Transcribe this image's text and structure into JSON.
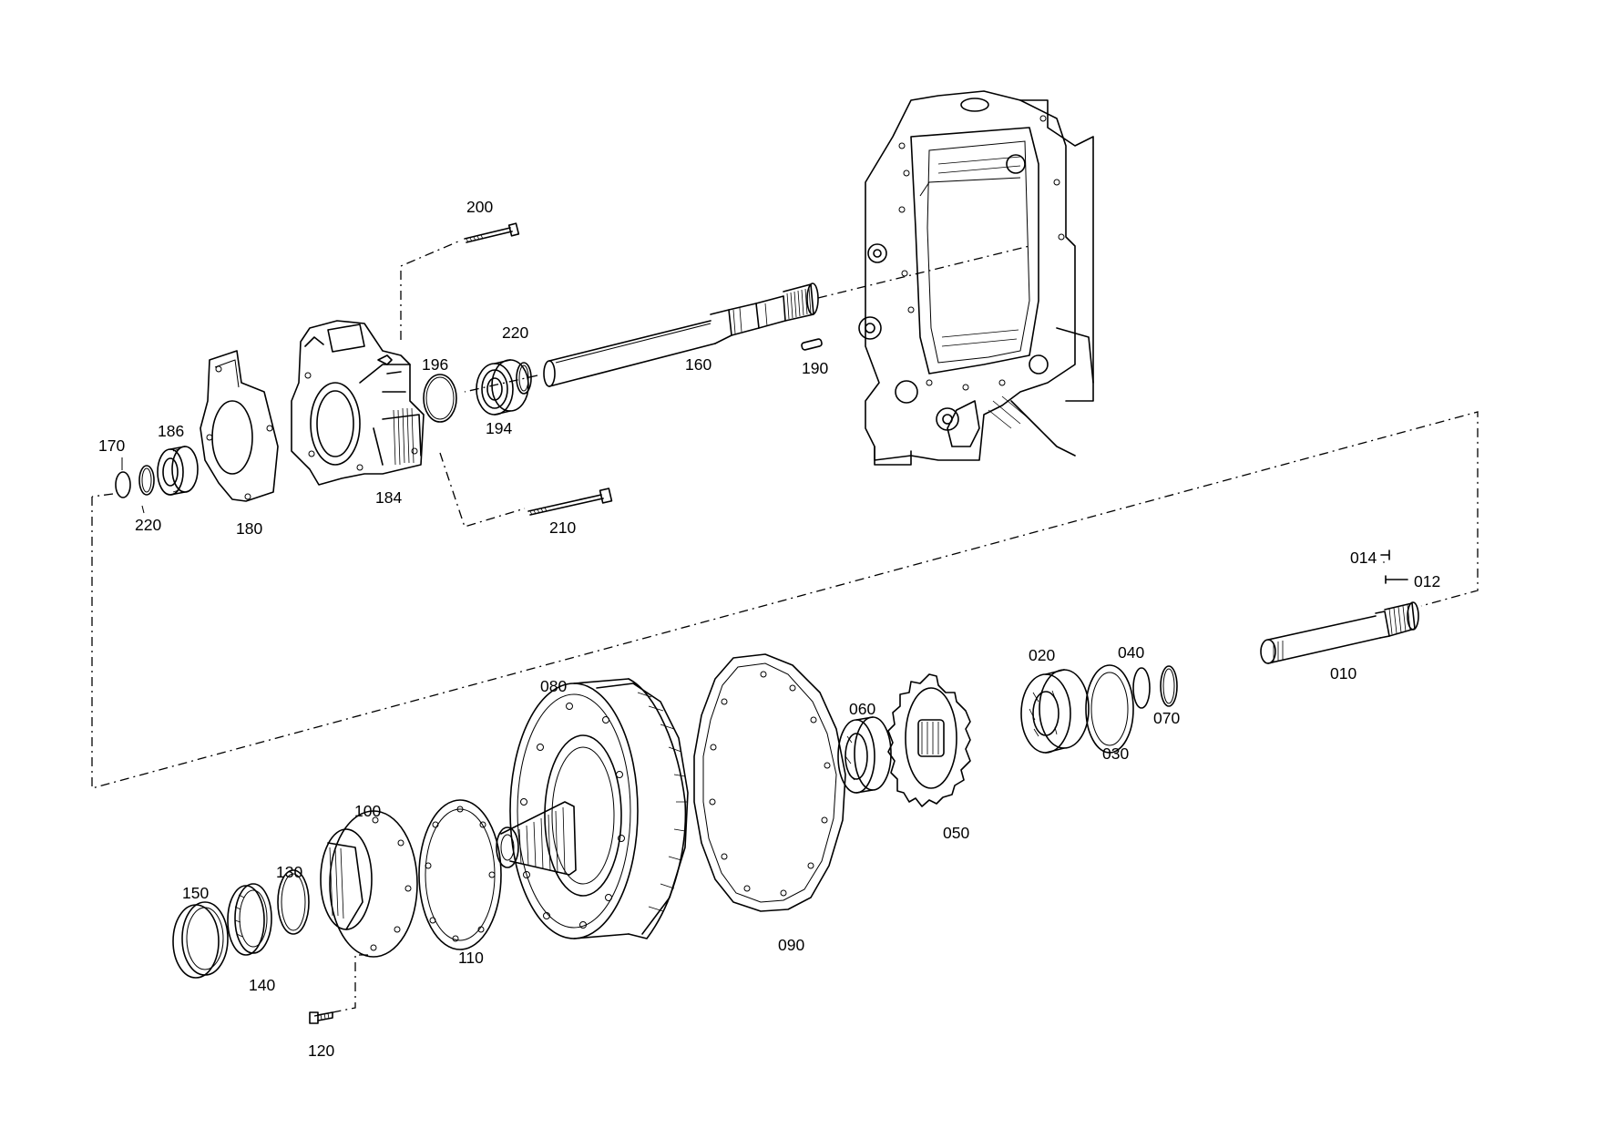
{
  "labels": {
    "p200": "200",
    "p220a": "220",
    "p196": "196",
    "p160": "160",
    "p190": "190",
    "p194": "194",
    "p170": "170",
    "p186": "186",
    "p220b": "220",
    "p180": "180",
    "p184": "184",
    "p210": "210",
    "p014": "014",
    "p012": "012",
    "p010": "010",
    "p020": "020",
    "p040": "040",
    "p070": "070",
    "p030": "030",
    "p080": "080",
    "p060": "060",
    "p050": "050",
    "p090": "090",
    "p100": "100",
    "p110": "110",
    "p130": "130",
    "p150": "150",
    "p140": "140",
    "p120": "120"
  }
}
